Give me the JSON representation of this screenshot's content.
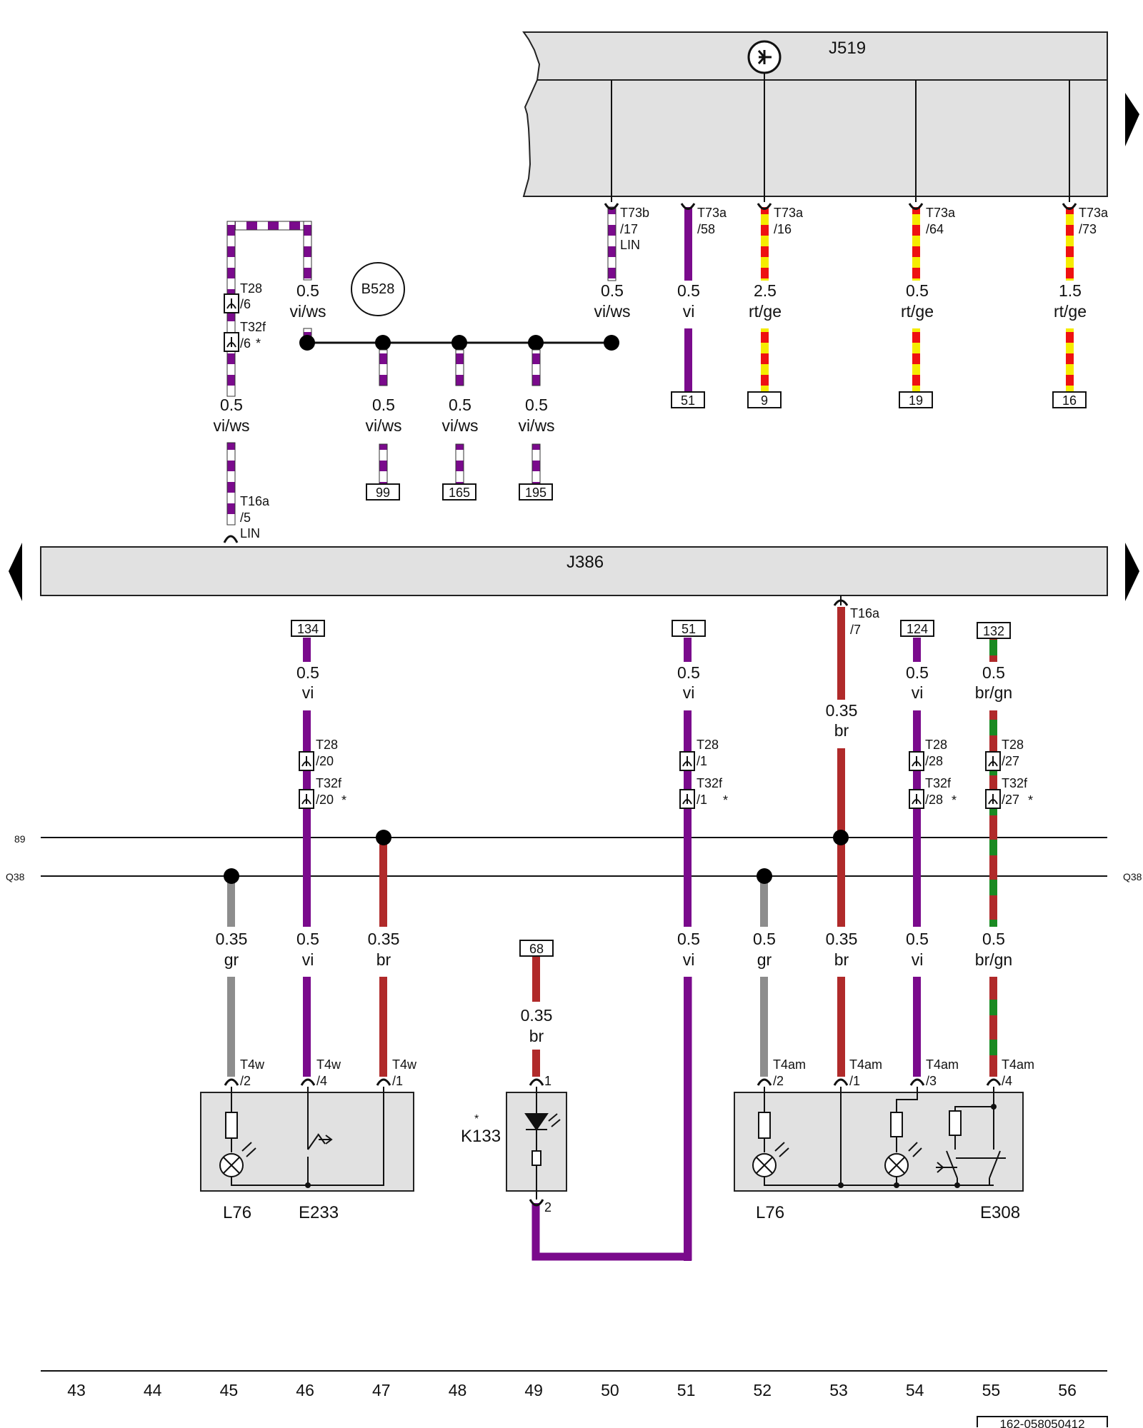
{
  "colors": {
    "vi": "#7a0a8c",
    "ws": "#ffffff",
    "rt": "#ee1111",
    "ge": "#f5ec00",
    "br": "#b02a2a",
    "gr": "#8d8d8d",
    "gn": "#1a8a22",
    "unit_fill": "#e1e1e1"
  },
  "units": {
    "j519": "J519",
    "j386": "J386",
    "b528": "B528",
    "k133": "K133",
    "k133_star": "*"
  },
  "components": [
    "L76",
    "E233",
    "L76",
    "E308"
  ],
  "rails": {
    "r89": "89",
    "q38_left": "Q38",
    "q38_right": "Q38"
  },
  "wires": [
    {
      "id": "w45-top",
      "size": "0.5",
      "color": "vi/ws"
    },
    {
      "id": "w46-top",
      "size": "0.5",
      "color": "vi/ws"
    },
    {
      "id": "w47-mid",
      "size": "0.5",
      "color": "vi/ws"
    },
    {
      "id": "w48-mid",
      "size": "0.5",
      "color": "vi/ws"
    },
    {
      "id": "w49-mid",
      "size": "0.5",
      "color": "vi/ws"
    },
    {
      "id": "w50-top",
      "size": "0.5",
      "color": "vi/ws"
    },
    {
      "id": "w51-top",
      "size": "0.5",
      "color": "vi"
    },
    {
      "id": "w52-top",
      "size": "2.5",
      "color": "rt/ge"
    },
    {
      "id": "w54-top",
      "size": "0.5",
      "color": "rt/ge"
    },
    {
      "id": "w56-top",
      "size": "1.5",
      "color": "rt/ge"
    },
    {
      "id": "w46-bot-a",
      "size": "0.5",
      "color": "vi"
    },
    {
      "id": "w51-bot-a",
      "size": "0.5",
      "color": "vi"
    },
    {
      "id": "w53-bot-a",
      "size": "0.35",
      "color": "br"
    },
    {
      "id": "w54-bot-a",
      "size": "0.5",
      "color": "vi"
    },
    {
      "id": "w55-bot-a",
      "size": "0.5",
      "color": "br/gn"
    },
    {
      "id": "w45-bot",
      "size": "0.35",
      "color": "gr"
    },
    {
      "id": "w46-bot",
      "size": "0.5",
      "color": "vi"
    },
    {
      "id": "w47-bot",
      "size": "0.35",
      "color": "br"
    },
    {
      "id": "w49-bot",
      "size": "0.35",
      "color": "br"
    },
    {
      "id": "w51-bot",
      "size": "0.5",
      "color": "vi"
    },
    {
      "id": "w52-bot",
      "size": "0.5",
      "color": "gr"
    },
    {
      "id": "w53-bot",
      "size": "0.35",
      "color": "br"
    },
    {
      "id": "w54-bot",
      "size": "0.5",
      "color": "vi"
    },
    {
      "id": "w55-bot",
      "size": "0.5",
      "color": "br/gn"
    }
  ],
  "connectors": {
    "t73b_17": [
      "T73b",
      "/17",
      "LIN"
    ],
    "t73a_58": [
      "T73a",
      "/58"
    ],
    "t73a_16": [
      "T73a",
      "/16"
    ],
    "t73a_64": [
      "T73a",
      "/64"
    ],
    "t73a_73": [
      "T73a",
      "/73"
    ],
    "t28_6": [
      "T28",
      "/6"
    ],
    "t32f_6": [
      "T32f",
      "/6"
    ],
    "t16a_5": [
      "T16a",
      "/5",
      "LIN"
    ],
    "t16a_7": [
      "T16a",
      "/7"
    ],
    "t28_20": [
      "T28",
      "/20"
    ],
    "t32f_20": [
      "T32f",
      "/20"
    ],
    "t28_1": [
      "T28",
      "/1"
    ],
    "t32f_1": [
      "T32f",
      "/1"
    ],
    "t28_28": [
      "T28",
      "/28"
    ],
    "t32f_28": [
      "T32f",
      "/28"
    ],
    "t28_27": [
      "T28",
      "/27"
    ],
    "t32f_27": [
      "T32f",
      "/27"
    ],
    "t4w_2": [
      "T4w",
      "/2"
    ],
    "t4w_4": [
      "T4w",
      "/4"
    ],
    "t4w_1": [
      "T4w",
      "/1"
    ],
    "t4am_2": [
      "T4am",
      "/2"
    ],
    "t4am_1": [
      "T4am",
      "/1"
    ],
    "t4am_3": [
      "T4am",
      "/3"
    ],
    "t4am_4": [
      "T4am",
      "/4"
    ],
    "k133_1": "1",
    "k133_2": "2",
    "star": "*"
  },
  "ref_boxes": [
    "51",
    "9",
    "19",
    "16",
    "99",
    "165",
    "195",
    "134",
    "51",
    "124",
    "132",
    "68"
  ],
  "columns": [
    "43",
    "44",
    "45",
    "46",
    "47",
    "48",
    "49",
    "50",
    "51",
    "52",
    "53",
    "54",
    "55",
    "56"
  ],
  "doc_id": "162-058050412"
}
